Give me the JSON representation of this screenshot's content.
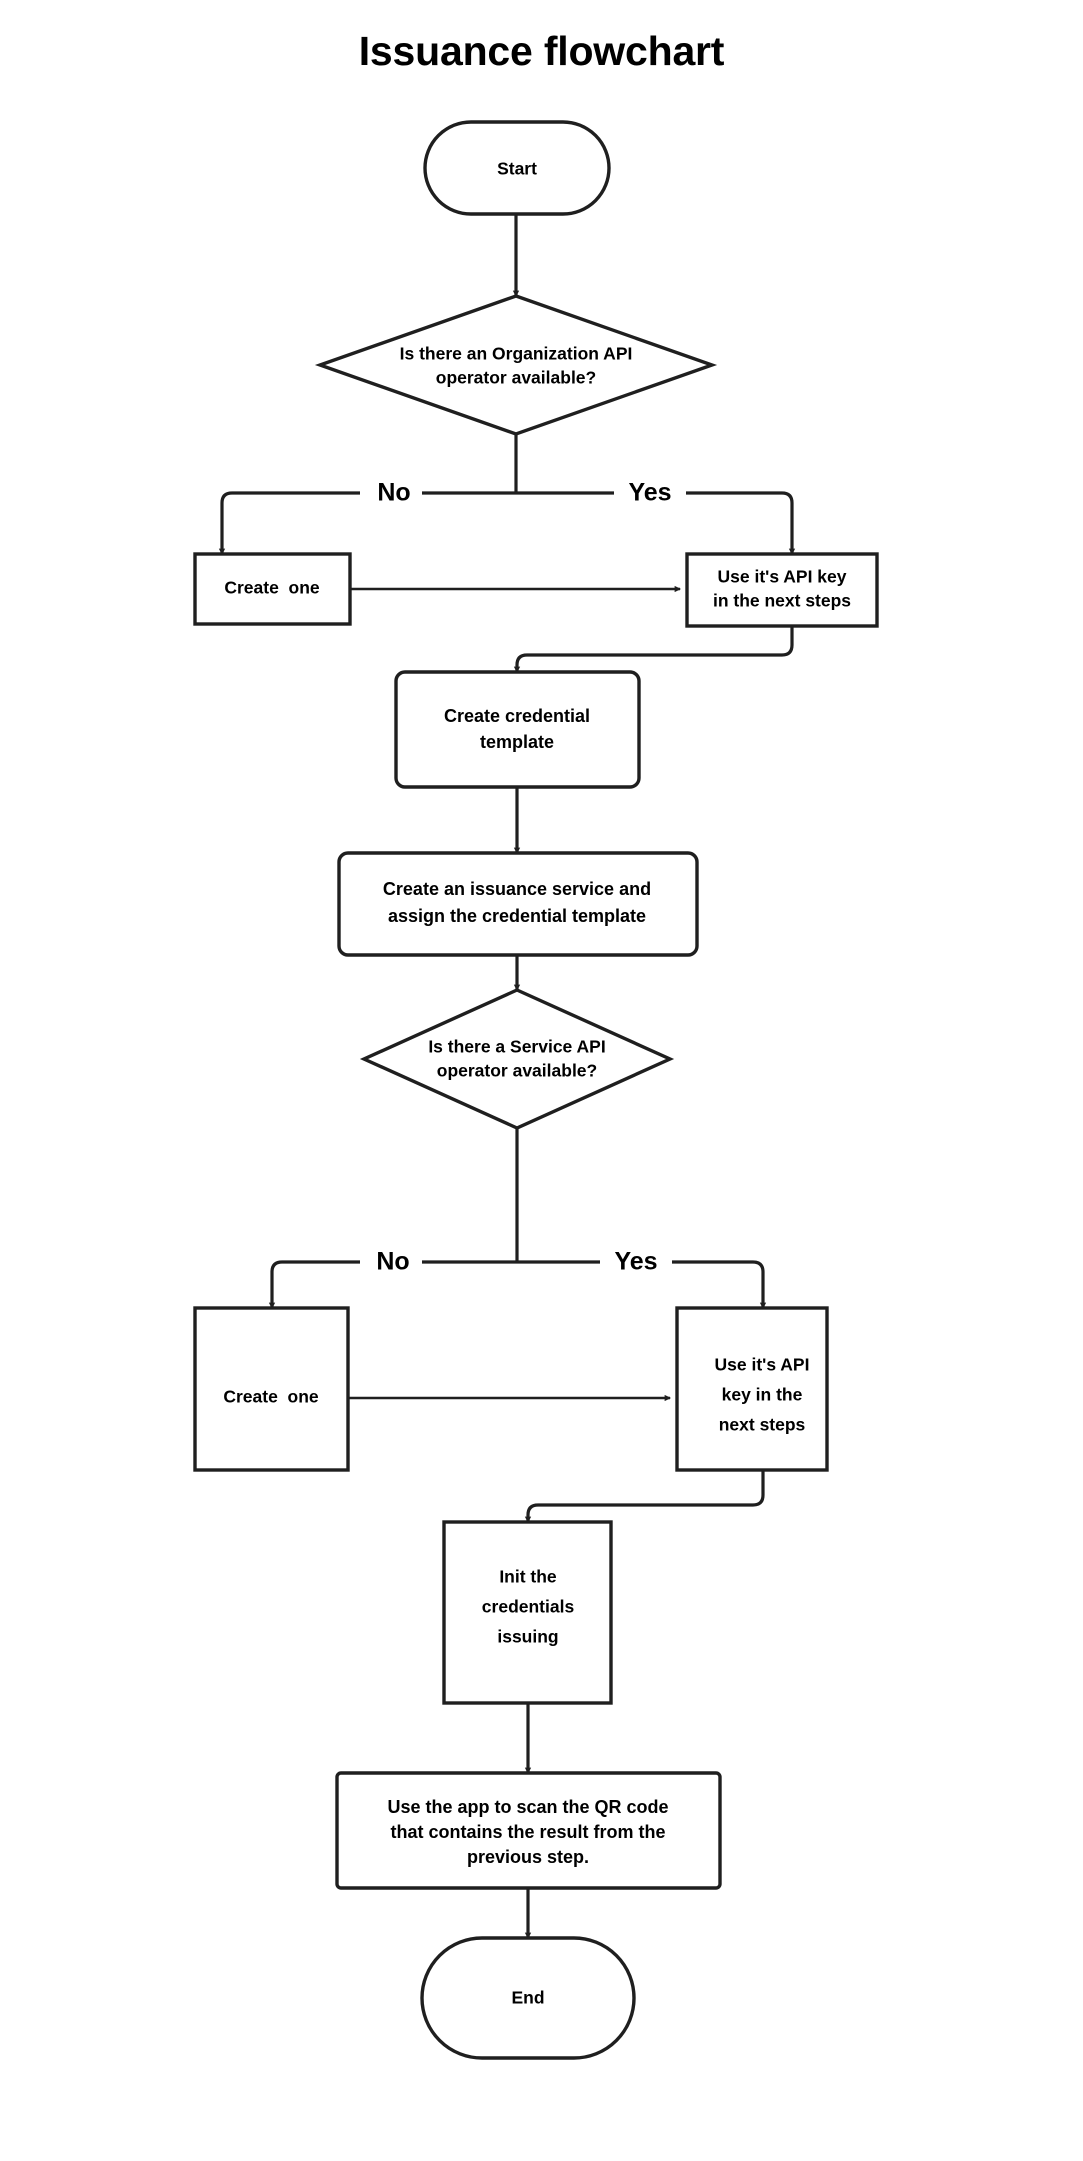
{
  "title": "Issuance flowchart",
  "chart_data": {
    "type": "diagram",
    "diagram_type": "flowchart",
    "title": "Issuance flowchart",
    "orientation": "top-to-bottom",
    "colors": {
      "background": "#ffffff",
      "stroke": "#1f1f1f",
      "text": "#000000",
      "fill": "#ffffff"
    },
    "nodes": [
      {
        "id": "start",
        "shape": "stadium",
        "label": "Start"
      },
      {
        "id": "d1",
        "shape": "diamond",
        "label": "Is there an Organization API\noperator available?",
        "lines": [
          "Is there an Organization API",
          "operator available?"
        ]
      },
      {
        "id": "create1",
        "shape": "rect",
        "label": "Create  one",
        "lines": [
          "Create  one"
        ]
      },
      {
        "id": "useapi1",
        "shape": "rect",
        "label": "Use it's API key\nin the next steps",
        "lines": [
          "Use it's API key",
          "in the next steps"
        ]
      },
      {
        "id": "template",
        "shape": "rounded-rect",
        "label": "Create credential\ntemplate",
        "lines": [
          "Create credential",
          "template"
        ]
      },
      {
        "id": "service",
        "shape": "rounded-rect",
        "label": "Create an issuance service and\nassign the credential template",
        "lines": [
          "Create an issuance service and",
          "assign the credential template"
        ]
      },
      {
        "id": "d2",
        "shape": "diamond",
        "label": "Is there a Service API\noperator available?",
        "lines": [
          "Is there a Service API",
          "operator available?"
        ]
      },
      {
        "id": "create2",
        "shape": "rect",
        "label": "Create  one",
        "lines": [
          "Create  one"
        ]
      },
      {
        "id": "useapi2",
        "shape": "rect",
        "label": "Use it's API\nkey in the\nnext steps",
        "lines": [
          "Use it's API",
          "key in the",
          "next steps"
        ]
      },
      {
        "id": "init",
        "shape": "rect",
        "label": "Init the\ncredentials\nissuing",
        "lines": [
          "Init the",
          "credentials",
          "issuing"
        ]
      },
      {
        "id": "scan",
        "shape": "rounded-rect",
        "label": "Use the app to scan the QR code\nthat contains the result from the\nprevious step.",
        "lines": [
          "Use the app to scan the QR code",
          "that contains the result from the",
          "previous step."
        ]
      },
      {
        "id": "end",
        "shape": "stadium",
        "label": "End"
      }
    ],
    "edges": [
      {
        "from": "start",
        "to": "d1",
        "label": ""
      },
      {
        "from": "d1",
        "to": "create1",
        "label": "No"
      },
      {
        "from": "d1",
        "to": "useapi1",
        "label": "Yes"
      },
      {
        "from": "create1",
        "to": "useapi1",
        "label": ""
      },
      {
        "from": "useapi1",
        "to": "template",
        "label": ""
      },
      {
        "from": "template",
        "to": "service",
        "label": ""
      },
      {
        "from": "service",
        "to": "d2",
        "label": ""
      },
      {
        "from": "d2",
        "to": "create2",
        "label": "No"
      },
      {
        "from": "d2",
        "to": "useapi2",
        "label": "Yes"
      },
      {
        "from": "create2",
        "to": "useapi2",
        "label": ""
      },
      {
        "from": "useapi2",
        "to": "init",
        "label": ""
      },
      {
        "from": "init",
        "to": "scan",
        "label": ""
      },
      {
        "from": "scan",
        "to": "end",
        "label": ""
      }
    ],
    "branch_labels": [
      "No",
      "Yes",
      "No",
      "Yes"
    ]
  },
  "nodes": {
    "start": "Start",
    "d1_line1": "Is there an Organization API",
    "d1_line2": "operator available?",
    "create1": "Create  one",
    "useapi1_line1": "Use it's API key",
    "useapi1_line2": "in the next steps",
    "template_line1": "Create credential",
    "template_line2": "template",
    "service_line1": "Create an issuance service and",
    "service_line2": "assign the credential template",
    "d2_line1": "Is there a Service API",
    "d2_line2": "operator available?",
    "create2": "Create  one",
    "useapi2_line1": "Use it's API",
    "useapi2_line2": "key in the",
    "useapi2_line3": "next steps",
    "init_line1": "Init the",
    "init_line2": "credentials",
    "init_line3": "issuing",
    "scan_line1": "Use the app to scan the QR code",
    "scan_line2": "that contains the result from the",
    "scan_line3": "previous step.",
    "end": "End"
  },
  "edge_labels": {
    "no1": "No",
    "yes1": "Yes",
    "no2": "No",
    "yes2": "Yes"
  }
}
